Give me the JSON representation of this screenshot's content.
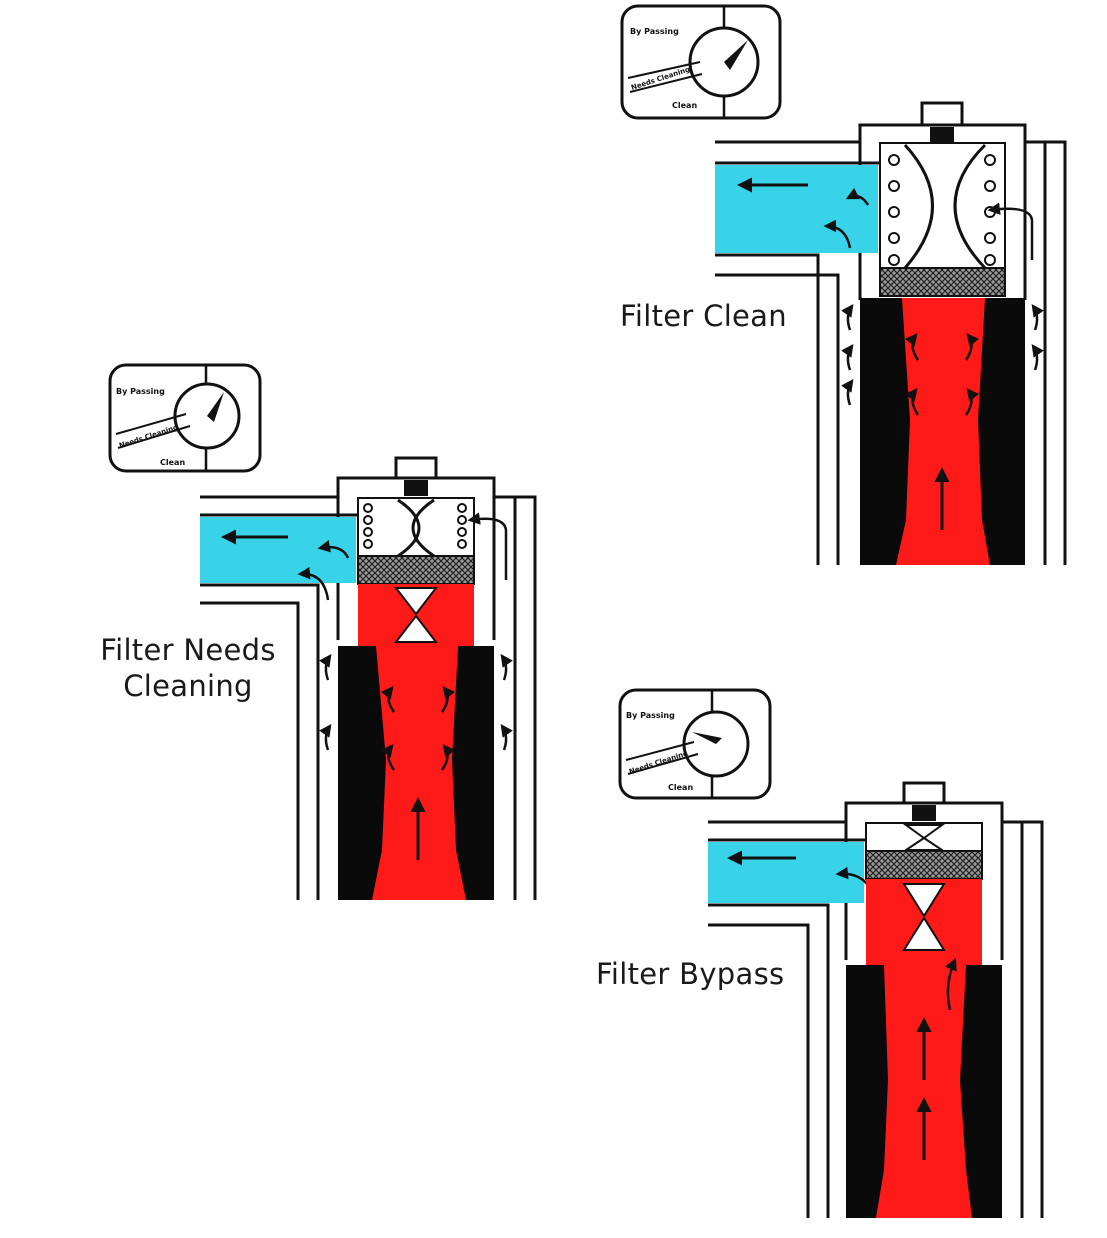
{
  "states": {
    "clean": {
      "label": "Filter Clean"
    },
    "needs_cleaning": {
      "label_line1": "Filter Needs",
      "label_line2": "Cleaning"
    },
    "bypass": {
      "label": "Filter Bypass"
    }
  },
  "gauge": {
    "zone_bypassing": "By Passing",
    "zone_needs_cleaning": "Needs Cleaning",
    "zone_clean": "Clean"
  },
  "colors": {
    "fluid_dirty": "#ff1a1a",
    "fluid_clean": "#38d3e8",
    "filter_element": "#0a0a0a",
    "housing_line": "#111111"
  }
}
